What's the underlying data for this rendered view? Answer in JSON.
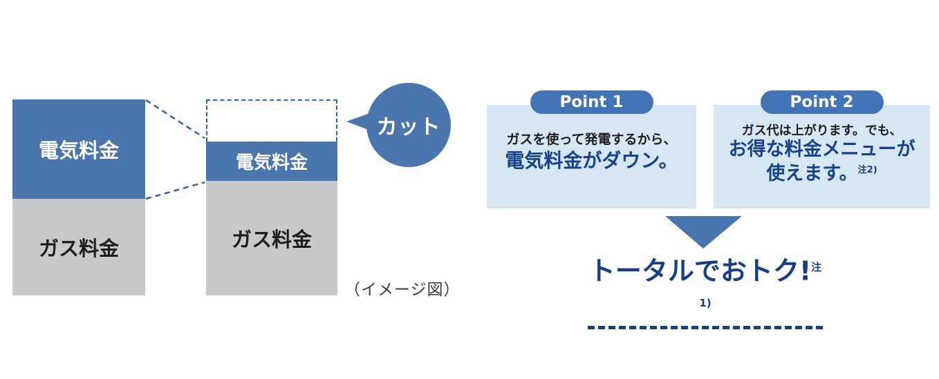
{
  "colors": {
    "steel_blue": "#4a75ad",
    "badge_blue": "#4273b5",
    "panel_light_blue": "#d6e6f3",
    "bar_gray": "#c8c9cb",
    "navy_text": "#16428c",
    "conclusion_navy": "#153e84",
    "dashed_line_blue": "#2f5fa4"
  },
  "diagram": {
    "before_bar": {
      "electricity_label": "電気料金",
      "gas_label": "ガス料金"
    },
    "after_bar": {
      "electricity_label": "電気料金",
      "gas_label": "ガス料金"
    },
    "cut_bubble_label": "カット",
    "caption": "（イメージ図）"
  },
  "point1": {
    "badge": "Point 1",
    "line1": "ガスを使って発電するから、",
    "line2": "電気料金がダウン。"
  },
  "point2": {
    "badge": "Point 2",
    "line1": "ガス代は上がります。でも、",
    "line2": "お得な料金メニューが",
    "line3": "使えます。",
    "note": "注2)"
  },
  "conclusion": {
    "text": "トータルでおトク!",
    "note": "注1)"
  }
}
